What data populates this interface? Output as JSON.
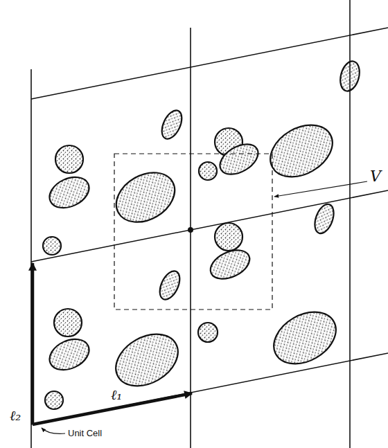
{
  "diagram": {
    "labels": [
      "ℓ₂",
      "ℓ₁",
      "Unit Cell",
      "V"
    ]
  }
}
